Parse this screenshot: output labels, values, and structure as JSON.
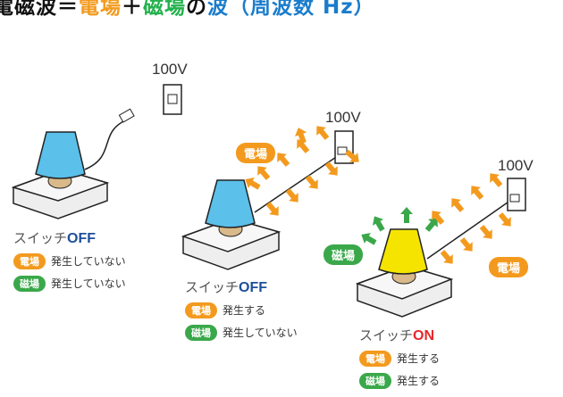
{
  "title": {
    "part1": "電磁波＝",
    "part2": "電場",
    "part3": "＋",
    "part4": "磁場",
    "part5": "の",
    "part6": "波（周波数 Hz）"
  },
  "voltage": "100V",
  "scenes": [
    {
      "switch_label": "スイッチ",
      "switch_state": "OFF",
      "electric_label": "電場",
      "electric_status": "発生していない",
      "magnetic_label": "磁場",
      "magnetic_status": "発生していない"
    },
    {
      "switch_label": "スイッチ",
      "switch_state": "OFF",
      "electric_label": "電場",
      "electric_status": "発生する",
      "magnetic_label": "磁場",
      "magnetic_status": "発生していない"
    },
    {
      "switch_label": "スイッチ",
      "switch_state": "ON",
      "electric_label": "電場",
      "electric_status": "発生する",
      "magnetic_label": "磁場",
      "magnetic_status": "発生する"
    }
  ],
  "floating_labels": {
    "scene2_electric": "電場",
    "scene3_magnetic": "磁場",
    "scene3_electric": "電場"
  },
  "colors": {
    "electric": "#f39a1e",
    "magnetic": "#3aa84a",
    "off": "#1d4f9a",
    "on": "#e8262a",
    "lamp_off": "#5bc0ea",
    "lamp_on": "#f5e400"
  }
}
